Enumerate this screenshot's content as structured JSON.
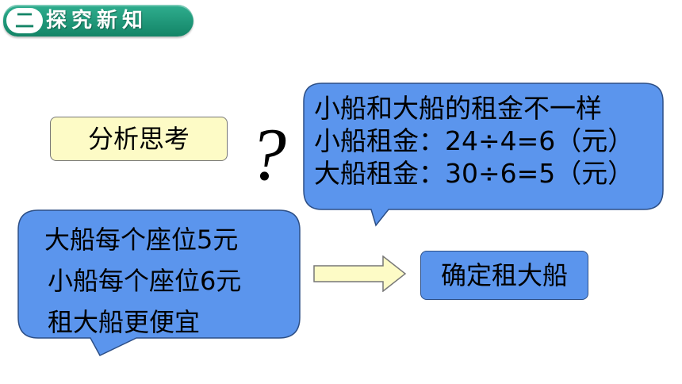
{
  "header": {
    "number": "二",
    "title": "探究新知"
  },
  "prompt_label": "分析思考",
  "question_mark": "?",
  "bubble_top": {
    "lines": [
      "小船和大船的租金不一样",
      "小船租金：24÷4=6（元）",
      "大船租金：30÷6=5（元）"
    ]
  },
  "bubble_left": {
    "lines": [
      "大船每个座位5元",
      "小船每个座位6元",
      "租大船更便宜"
    ]
  },
  "conclusion": "确定租大船",
  "colors": {
    "header_green": "#1f9a78",
    "bubble_blue": "#5b95ed",
    "label_yellow": "#fdfbc6",
    "arrow_fill": "#fdfbc6"
  },
  "icons": {
    "arrow": "right-arrow-icon"
  }
}
